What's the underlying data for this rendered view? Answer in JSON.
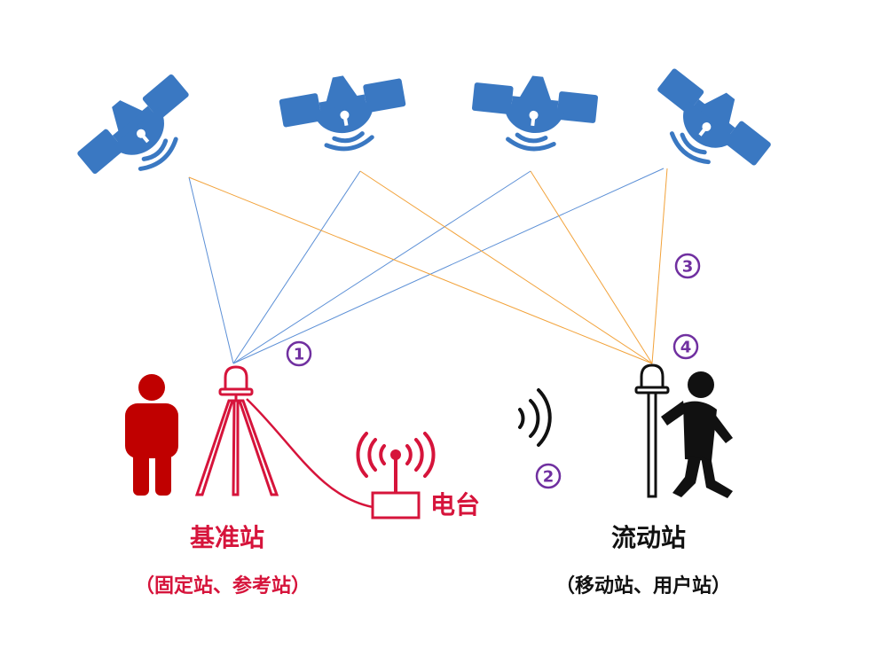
{
  "colors": {
    "satellite": "#3a78c2",
    "base_station": "#d6143b",
    "base_person": "#c00000",
    "rover": "#111111",
    "blue_signal_line": "#5b8fd6",
    "orange_signal_line": "#f2a23a",
    "step_marker": "#7030a0"
  },
  "icons": {
    "satellites": [
      "satellite-icon",
      "satellite-icon",
      "satellite-icon",
      "satellite-icon"
    ],
    "base_person": "person-standing-icon",
    "base_antenna": "gnss-antenna-tripod-icon",
    "radio": "radio-transmitter-icon",
    "wireless": "wireless-waves-icon",
    "rover_antenna": "gnss-antenna-pole-icon",
    "rover_person": "person-walking-icon"
  },
  "base_station": {
    "title": "基准站",
    "subtitle": "（固定站、参考站）"
  },
  "radio": {
    "label": "电台"
  },
  "rover": {
    "title": "流动站",
    "subtitle": "（移动站、用户站）"
  },
  "steps": {
    "step1": "1",
    "step2": "2",
    "step3": "3",
    "step4": "4"
  }
}
